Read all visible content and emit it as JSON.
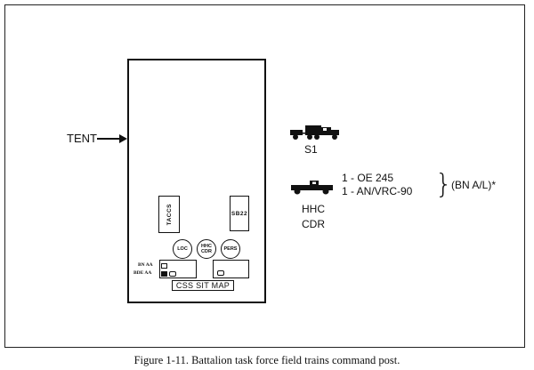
{
  "figure": {
    "caption": "Figure 1-11.  Battalion task force field trains command post."
  },
  "tent": {
    "label": "TENT",
    "arrow_icon": "right-arrow-icon",
    "inner_items": {
      "vertical_box": "TACCS",
      "right_box": "SB22",
      "circles": [
        {
          "line1": "LOC",
          "line2": ""
        },
        {
          "line1": "HHC",
          "line2": "CDR"
        },
        {
          "line1": "PERS",
          "line2": ""
        }
      ],
      "left_table_labels": [
        "BN  AA",
        "BDE  AA"
      ],
      "map_label": "CSS SIT MAP"
    }
  },
  "vehicles": [
    {
      "icon": "truck-with-trailer-icon",
      "label": "S1"
    },
    {
      "icon": "pickup-truck-icon",
      "label_line1": "HHC",
      "label_line2": "CDR"
    }
  ],
  "equipment": {
    "items": [
      "1 - OE 245",
      "1 - AN/VRC-90"
    ],
    "note": "(BN  A/L)*"
  }
}
